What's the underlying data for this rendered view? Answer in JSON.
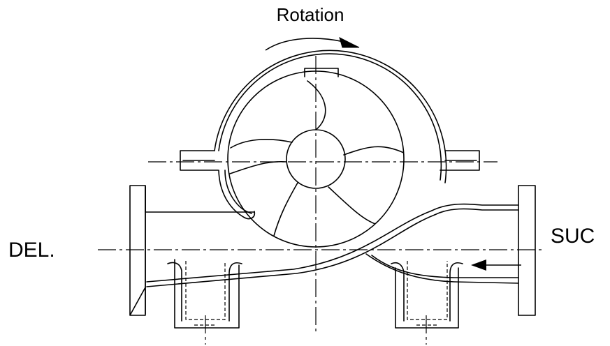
{
  "labels": {
    "rotation": "Rotation",
    "delivery": "DEL.",
    "suction": "SUC"
  },
  "colors": {
    "line": "#000000",
    "background": "#ffffff"
  }
}
